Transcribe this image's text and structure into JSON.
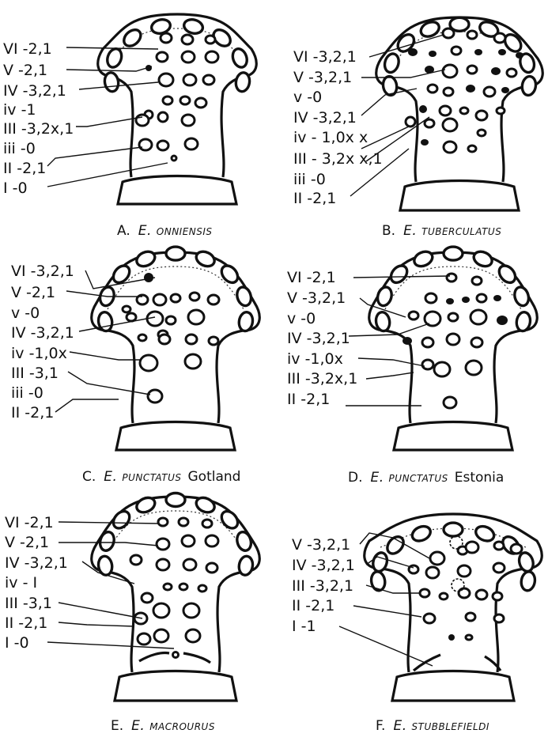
{
  "panels": [
    {
      "id": "A",
      "caption": {
        "letter": "A.",
        "species": "E. onniensis",
        "locality": ""
      },
      "rows": [
        "VI -2,1",
        "V -2,1",
        "IV -3,2,1",
        "iv -1",
        "III -3,2x,1",
        "iii -0",
        "II -2,1",
        "I -0"
      ]
    },
    {
      "id": "B",
      "caption": {
        "letter": "B.",
        "species": "E. tuberculatus",
        "locality": ""
      },
      "rows": [
        "VI -3,2,1",
        "V -3,2,1",
        "v -0",
        "IV -3,2,1",
        "iv - 1,0x x",
        "III - 3,2x x,1",
        "iii -0",
        "II -2,1"
      ]
    },
    {
      "id": "C",
      "caption": {
        "letter": "C.",
        "species": "E. punctatus",
        "locality": "Gotland"
      },
      "rows": [
        "VI -3,2,1",
        "V -2,1",
        "v -0",
        "IV -3,2,1",
        "iv -1,0x",
        "III -3,1",
        "iii -0",
        "II -2,1"
      ]
    },
    {
      "id": "D",
      "caption": {
        "letter": "D.",
        "species": "E. punctatus",
        "locality": "Estonia"
      },
      "rows": [
        "VI -2,1",
        "V -3,2,1",
        "v -0",
        "IV -3,2,1",
        "iv -1,0x",
        "III -3,2x,1",
        "II -2,1"
      ]
    },
    {
      "id": "E",
      "caption": {
        "letter": "E.",
        "species": "E. macrourus",
        "locality": ""
      },
      "rows": [
        "VI -2,1",
        "V -2,1",
        "IV -3,2,1",
        "iv - I",
        "III -3,1",
        "II -2,1",
        "I -0"
      ]
    },
    {
      "id": "F",
      "caption": {
        "letter": "F.",
        "species": "E. stubblefieldi",
        "locality": ""
      },
      "rows": [
        "V -3,2,1",
        "IV -3,2,1",
        "III -3,2,1",
        "II -2,1",
        "I -1"
      ]
    }
  ]
}
